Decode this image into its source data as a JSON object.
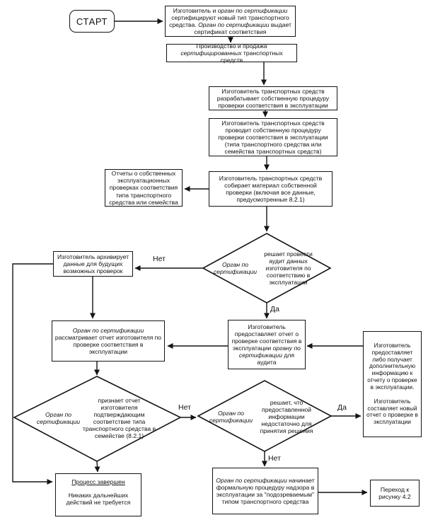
{
  "labels": {
    "yes": "Да",
    "no": "Нет"
  },
  "nodes": {
    "start": {
      "text": "СТАРТ"
    },
    "certify": {
      "segments": [
        {
          "t": "Изготовитель и "
        },
        {
          "t": "орган по сертификации",
          "i": true
        },
        {
          "t": " сертифицируют новый тип транспортного средства. "
        },
        {
          "t": "Орган по сертификации",
          "i": true
        },
        {
          "t": " выдает сертификат соответствия"
        }
      ]
    },
    "production": {
      "segments": [
        {
          "t": "Производство и продажа "
        },
        {
          "t": "сертифицированных",
          "i": true
        },
        {
          "t": " транспортных средств"
        }
      ]
    },
    "develop": {
      "text": "Изготовитель транспортных средств разрабатывает собственную процедуру проверки соответствия в эксплуатации"
    },
    "conduct": {
      "text": "Изготовитель транспортных средств проводит собственную процедуру проверки соответствия в эксплуатации (типа транспортного средства или семейства транспортных средств)"
    },
    "collect": {
      "text": "Изготовитель транспортных средств собирает материал собственной проверки (включая все данные, предусмотренные 8.2.1)"
    },
    "reports": {
      "text": "Отчеты о собственных эксплуатационных проверках соответствия типа транспортного средства или семейства"
    },
    "audit_decision": {
      "segments": [
        {
          "t": "Орган по сертификации",
          "i": true
        },
        {
          "t": " решает провести аудит данных изготовителя по соответствию в эксплуатации"
        }
      ]
    },
    "archive": {
      "text": "Изготовитель архивирует данные для будущих возможных проверок"
    },
    "review": {
      "segments": [
        {
          "t": "Орган по сертификации",
          "i": true
        },
        {
          "t": " рассматривает отчет изготовителя по проверке соответствия в эксплуатации"
        }
      ]
    },
    "provide": {
      "segments": [
        {
          "t": "Изготовитель предоставляет отчет о проверке соответствия в эксплуатации "
        },
        {
          "t": "органу по сертификации",
          "i": true
        },
        {
          "t": " для аудита"
        }
      ]
    },
    "additional": {
      "para1": "Изготовитель предоставляет либо получает дополнительную информацию к отчету о проверке в эксплуатации.",
      "para2": "Изготовитель составляет новый отчет о проверке в эксплуатации"
    },
    "confirm_decision": {
      "segments": [
        {
          "t": "Орган по сертификации",
          "i": true
        },
        {
          "t": " признает отчет изготовителя подтверждающим соответствие типа транспортного средства в семействе (8.2.1)"
        }
      ]
    },
    "insufficient_decision": {
      "segments": [
        {
          "t": "Орган по сертификации",
          "i": true
        },
        {
          "t": " решает, что предоставленной информации недостаточно для принятия решения"
        }
      ]
    },
    "done": {
      "title": "Процесс завершен",
      "text": "Никаких дальнейших действий не требуется"
    },
    "surveillance": {
      "segments": [
        {
          "t": "Орган по сертификации",
          "i": true
        },
        {
          "t": " начинает формальную процедуру надзора в эксплуатации за \"подозреваемым\" типом транспортного средства"
        }
      ]
    },
    "goto_figure": {
      "text": "Переход к рисунку 4.2"
    }
  }
}
